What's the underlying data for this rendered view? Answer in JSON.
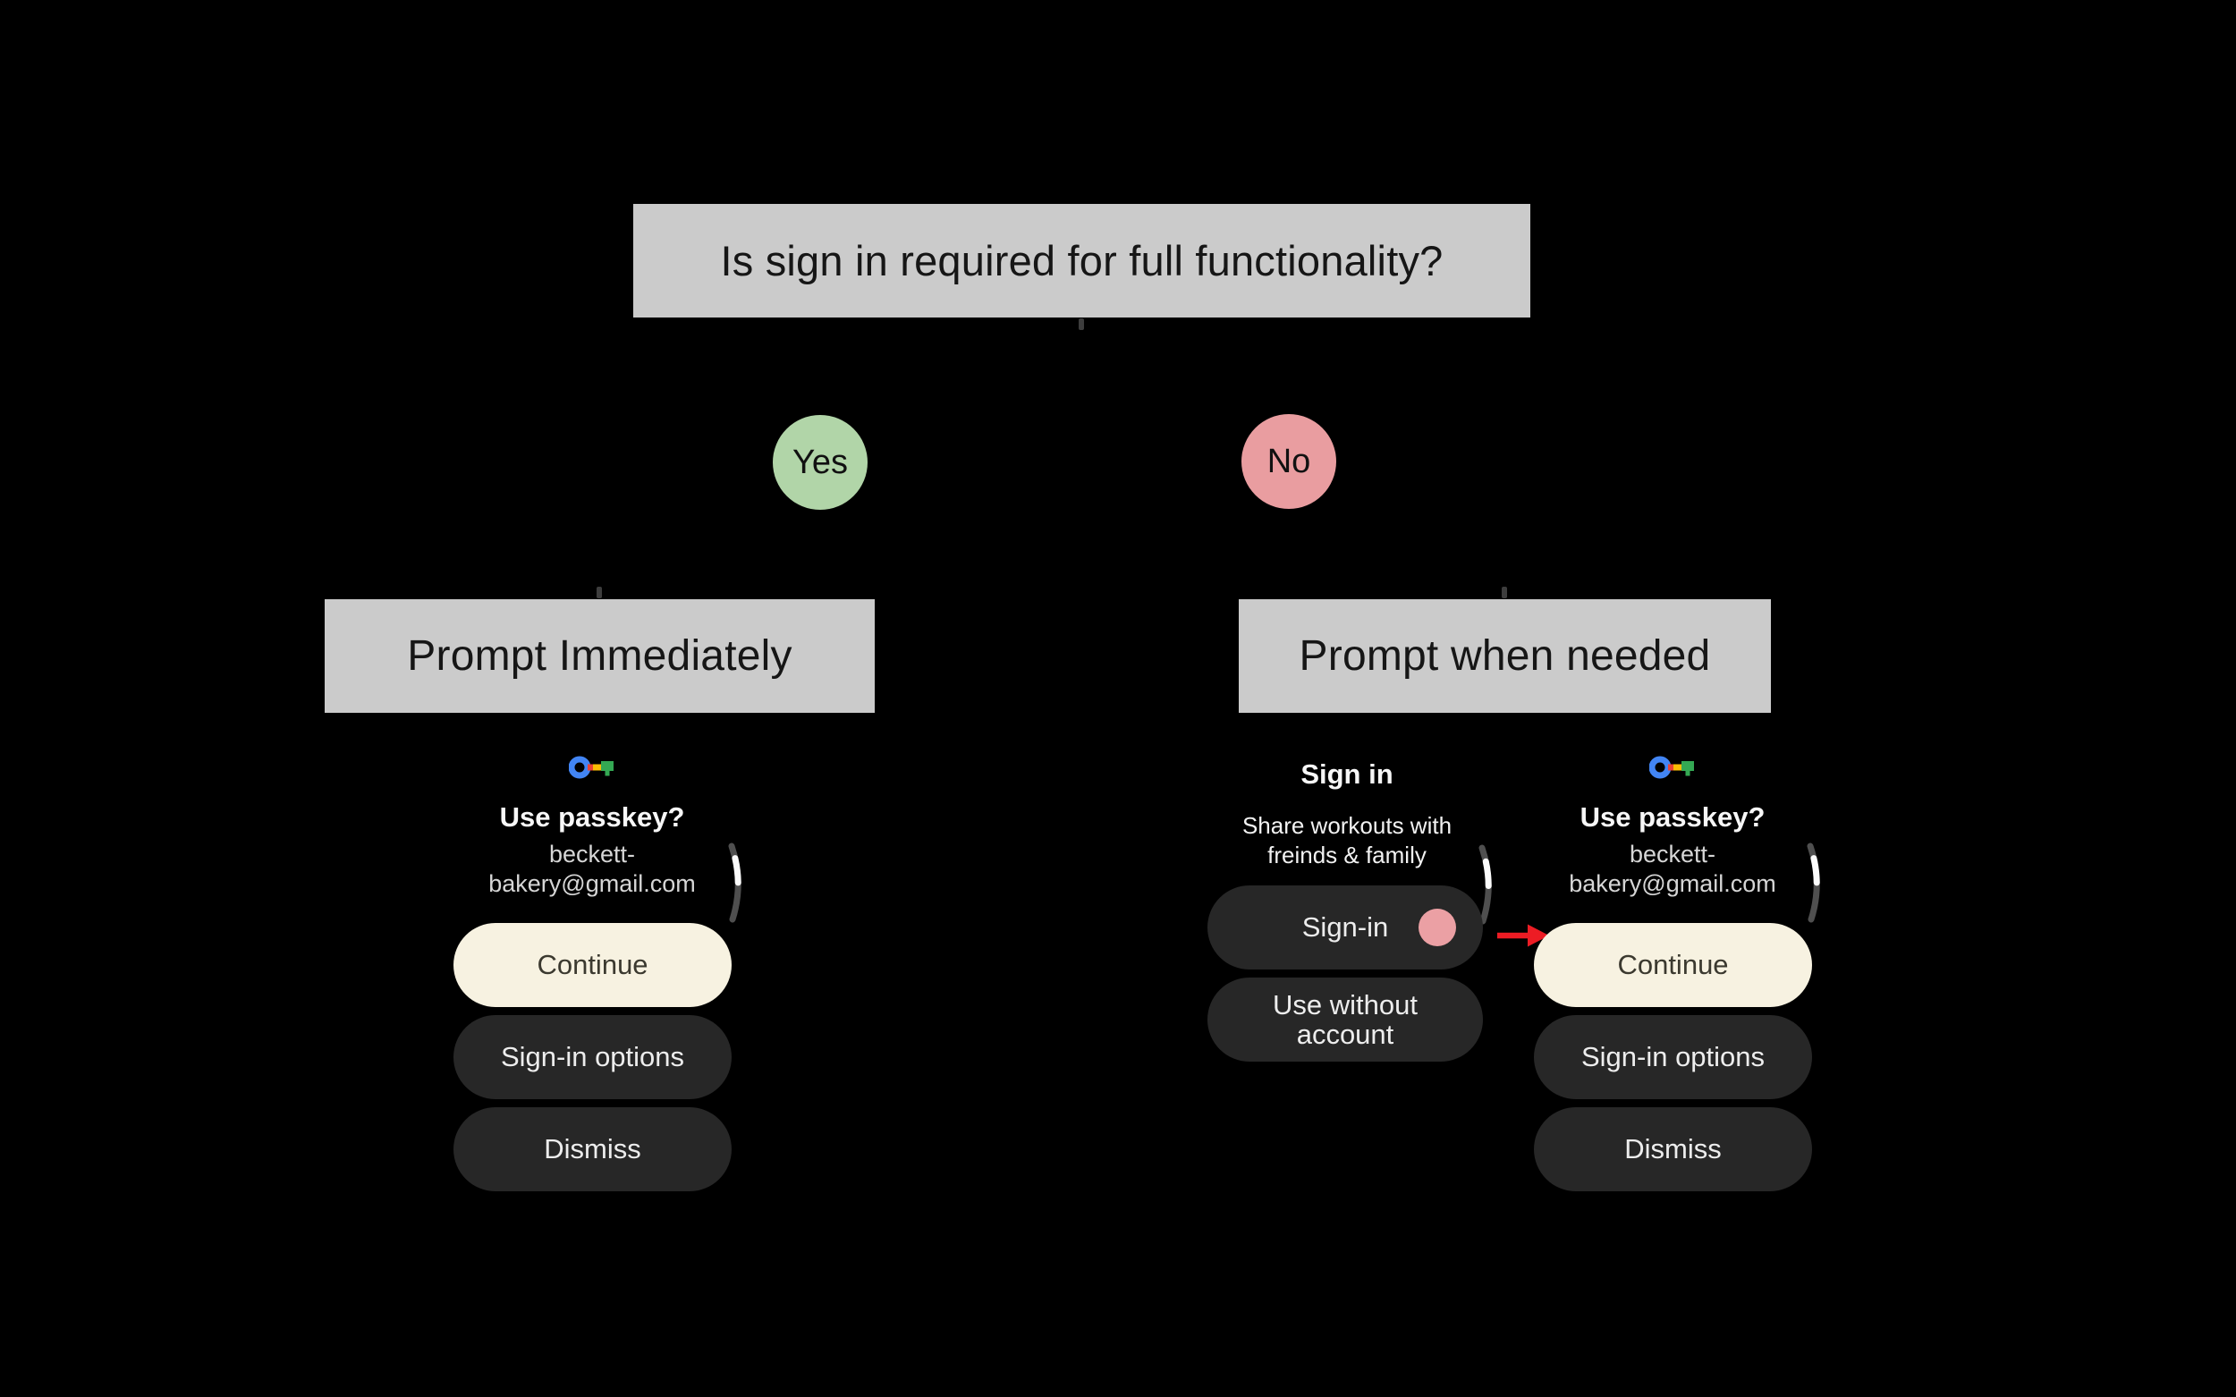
{
  "colors": {
    "background": "#000000",
    "flow_box_gray": "#cbcbcb",
    "yes_green": "#b1d5a8",
    "no_pink": "#e99da0",
    "pill_dark": "#272727",
    "pill_cream": "#f7f2e1",
    "arrow_red": "#ed1c24",
    "account_dot_pink": "#eba0a4",
    "scroll_track_gray": "#4f4f4f",
    "scroll_thumb_white": "#fbfbfb",
    "passkey_blue": "#4285f4",
    "passkey_red": "#ea4335",
    "passkey_yellow": "#fbbc04",
    "passkey_green": "#34a853"
  },
  "flowchart": {
    "question": "Is sign in required for full functionality?",
    "yes": {
      "label": "Yes",
      "branch_title": "Prompt Immediately"
    },
    "no": {
      "label": "No",
      "branch_title": "Prompt when needed"
    }
  },
  "passkey_screen": {
    "icon": "passkey-icon",
    "title": "Use passkey?",
    "account_line1": "beckett-",
    "account_line2": "bakery@gmail.com",
    "primary_button": "Continue",
    "secondary_button": "Sign-in options",
    "tertiary_button": "Dismiss"
  },
  "signin_screen": {
    "title": "Sign in",
    "subtitle_line1": "Share workouts with",
    "subtitle_line2": "freinds & family",
    "signin_button": "Sign-in",
    "guest_button_line1": "Use without",
    "guest_button_line2": "account"
  }
}
